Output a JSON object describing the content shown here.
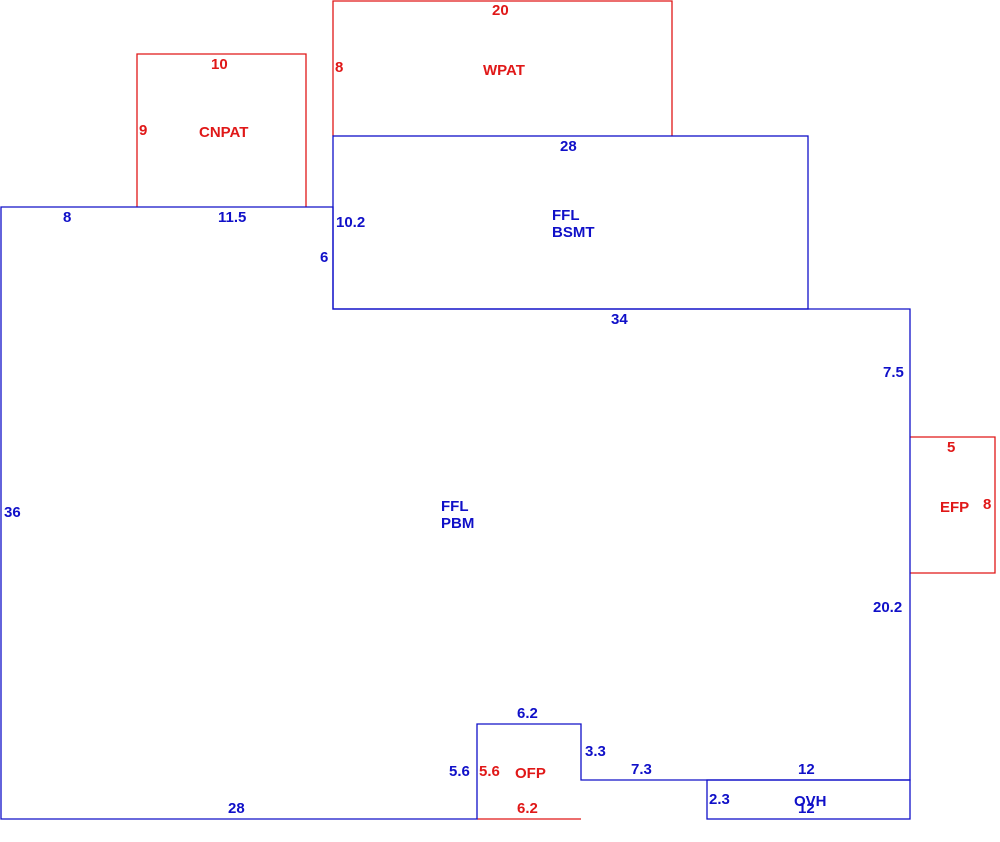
{
  "colors": {
    "main_structure": "#1010c8",
    "attachments": "#e01818"
  },
  "areas": {
    "main": {
      "line1": "FFL",
      "line2": "PBM"
    },
    "basement": {
      "line1": "FFL",
      "line2": "BSMT"
    },
    "wpat": {
      "label": "WPAT"
    },
    "cnpat": {
      "label": "CNPAT"
    },
    "efp": {
      "label": "EFP"
    },
    "ofp": {
      "label": "OFP"
    },
    "ovh": {
      "label": "OVH"
    }
  },
  "dimensions": {
    "main_left": "36",
    "main_top_left": "8",
    "main_top_mid": "11.5",
    "main_step": "6",
    "main_bottom_left": "28",
    "main_right_upper": "7.5",
    "main_right_lower": "20.2",
    "main_inner_34": "34",
    "bsmt_top": "28",
    "bsmt_left": "10.2",
    "wpat_top": "20",
    "wpat_left": "8",
    "cnpat_top": "10",
    "cnpat_left": "9",
    "efp_top": "5",
    "efp_right": "8",
    "ofp_top": "6.2",
    "ofp_left_outer": "5.6",
    "ofp_left_inner": "5.6",
    "ofp_right": "3.3",
    "ofp_bottom": "6.2",
    "bottom_run": "7.3",
    "ovh_top": "12",
    "ovh_left": "2.3",
    "ovh_bottom": "12"
  }
}
